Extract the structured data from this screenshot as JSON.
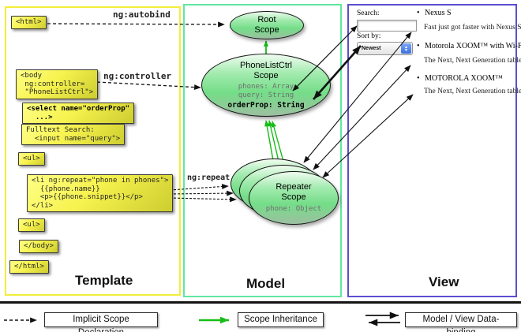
{
  "colors": {
    "template_border": "#f2ee3a",
    "model_border": "#63e6a2",
    "view_border": "#5b4fd0",
    "code_box_yellow": "#f6f24e",
    "scope_green": "#74dd88",
    "inheritance_arrow_green": "#15bd15",
    "arrow_black": "#111111"
  },
  "columns": {
    "template": "Template",
    "model": "Model",
    "view": "View"
  },
  "arrow_labels": {
    "ng_autobind": "ng:autobind",
    "ng_controller": "ng:controller",
    "ng_repeat": "ng:repeat"
  },
  "code": {
    "html_open": "<html>",
    "body_open": "<body\n ng:controller=\n \"PhoneListCtrl\">",
    "select": "<select name=\"orderProp\"\n  ...>",
    "fulltext": "Fulltext Search:\n  <input name=\"query\">",
    "ul_open": "<ul>",
    "li_repeat": "<li ng:repeat=\"phone in phones\">\n  {{phone.name}}\n  <p>{{phone.snippet}}</p>\n</li>",
    "ul_close": "<ul>",
    "body_close": "</body>",
    "html_close": "</html>"
  },
  "model": {
    "root_scope": {
      "title": "Root\nScope"
    },
    "phonelist_scope": {
      "title": "PhoneListCtrl\nScope",
      "prop_phones": "phones: Array",
      "prop_query": "query: String",
      "prop_orderprop": "orderProp: String"
    },
    "repeater_scope": {
      "title": "Repeater\nScope",
      "prop_phone": "phone: Object"
    }
  },
  "view": {
    "search_label": "Search:",
    "sort_label": "Sort by:",
    "sort_value": "Newest",
    "items": [
      {
        "title": "Nexus S",
        "desc": "Fast just got faster with Nexus S."
      },
      {
        "title": "Motorola XOOM™ with Wi-Fi",
        "desc": "The Next, Next Generation tablet."
      },
      {
        "title": "MOTOROLA XOOM™",
        "desc": "The Next, Next Generation tablet."
      }
    ]
  },
  "legend": {
    "implicit": "Implicit Scope Declaration",
    "inheritance": "Scope Inheritance",
    "binding": "Model / View Data-binding"
  }
}
